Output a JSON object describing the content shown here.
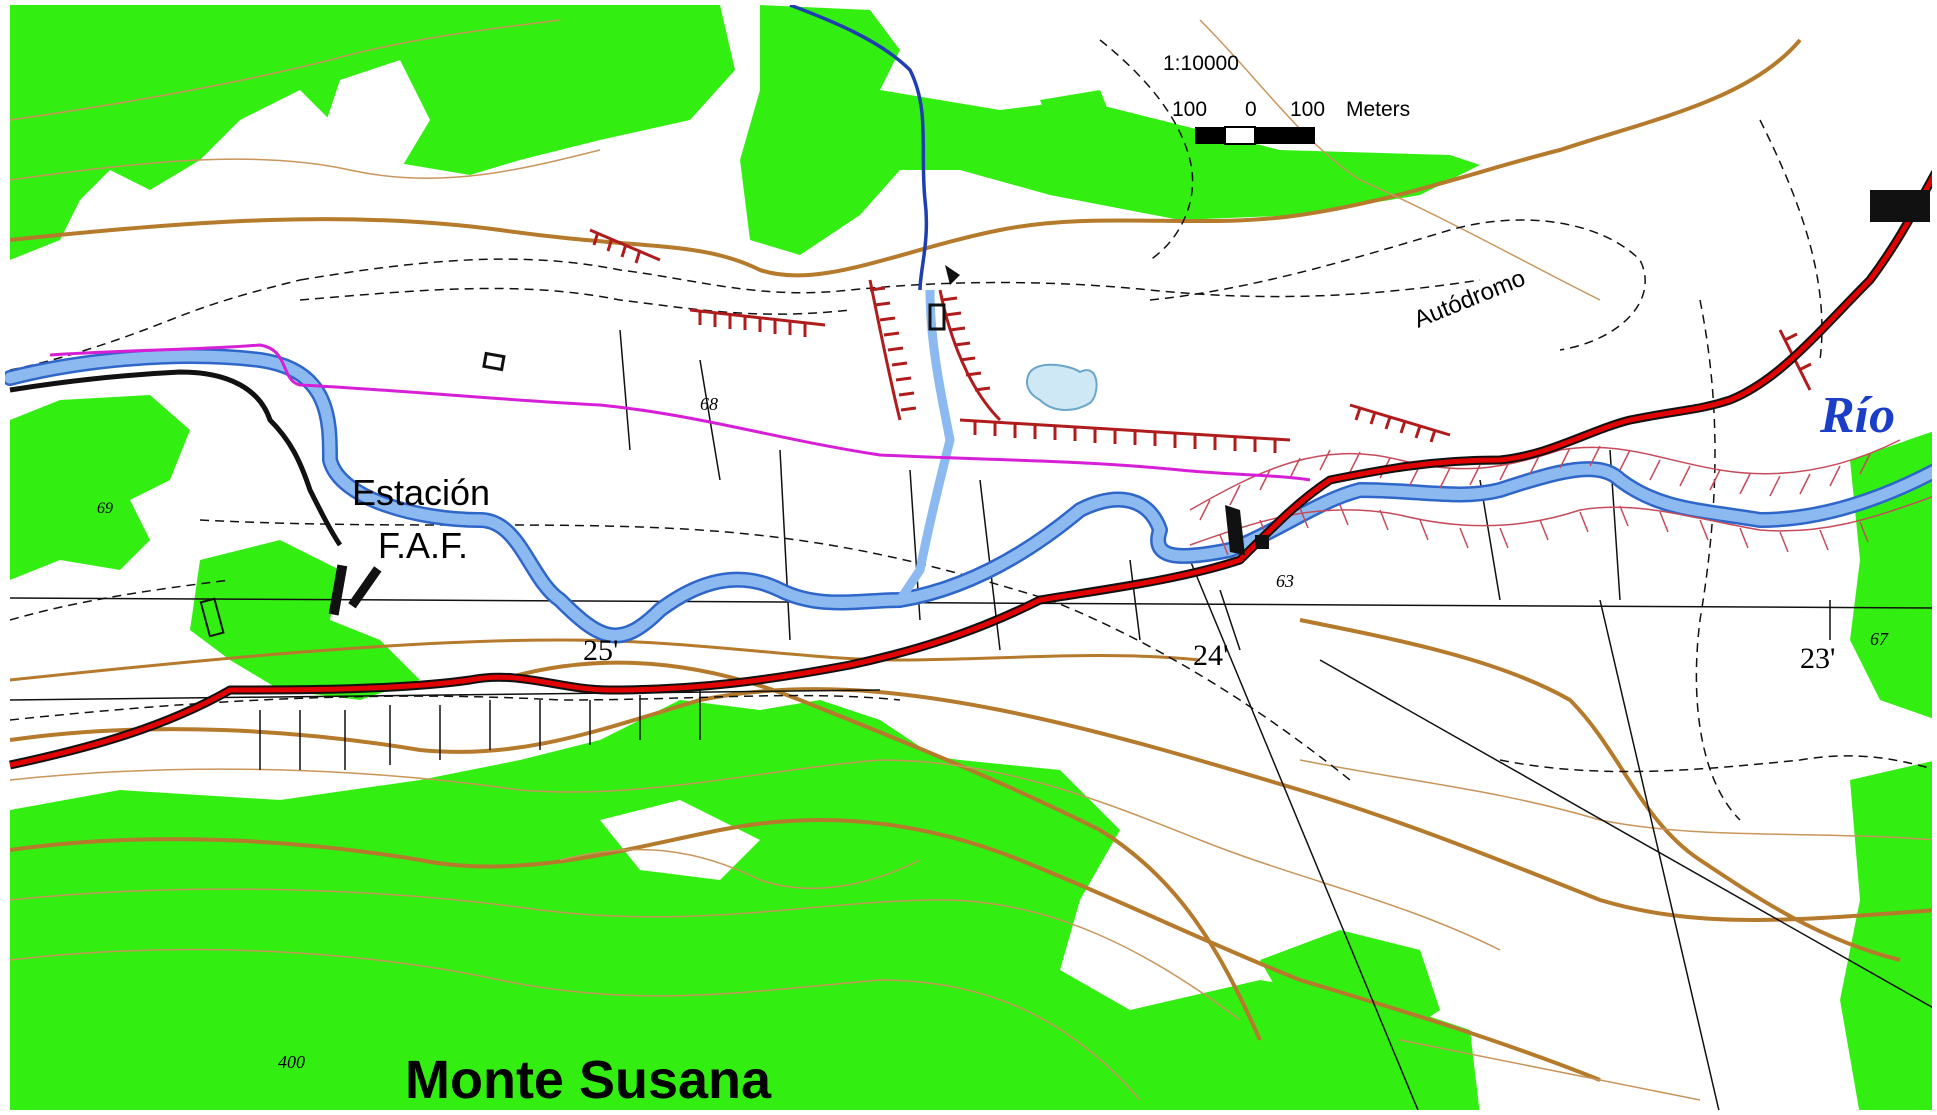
{
  "map": {
    "colors": {
      "background": "#ffffff",
      "forest": "#33ee11",
      "river_fill": "#8cbaf0",
      "river_edge": "#2f66c9",
      "stream": "#1f3fb0",
      "contour": "#b57a2c",
      "contour_minor": "#c9955a",
      "road_red": "#e00000",
      "road_black": "#111111",
      "boundary_magenta": "#d61fd6",
      "embankment": "#b01c1c",
      "pond": "#cfe8f6",
      "label_blue": "#1a3ec8"
    },
    "scale": {
      "ratio": "1:10000",
      "left": "100",
      "zero": "0",
      "right": "100",
      "unit": "Meters"
    },
    "labels": {
      "station_line1": "Estación",
      "station_line2": "F.A.F.",
      "autodromo": "Autódromo",
      "rio": "Río",
      "mountain": "Monte Susana"
    },
    "spot_heights": [
      "69",
      "68",
      "63",
      "67",
      "400"
    ],
    "grid_numbers": [
      "25'",
      "24'",
      "23'"
    ]
  }
}
